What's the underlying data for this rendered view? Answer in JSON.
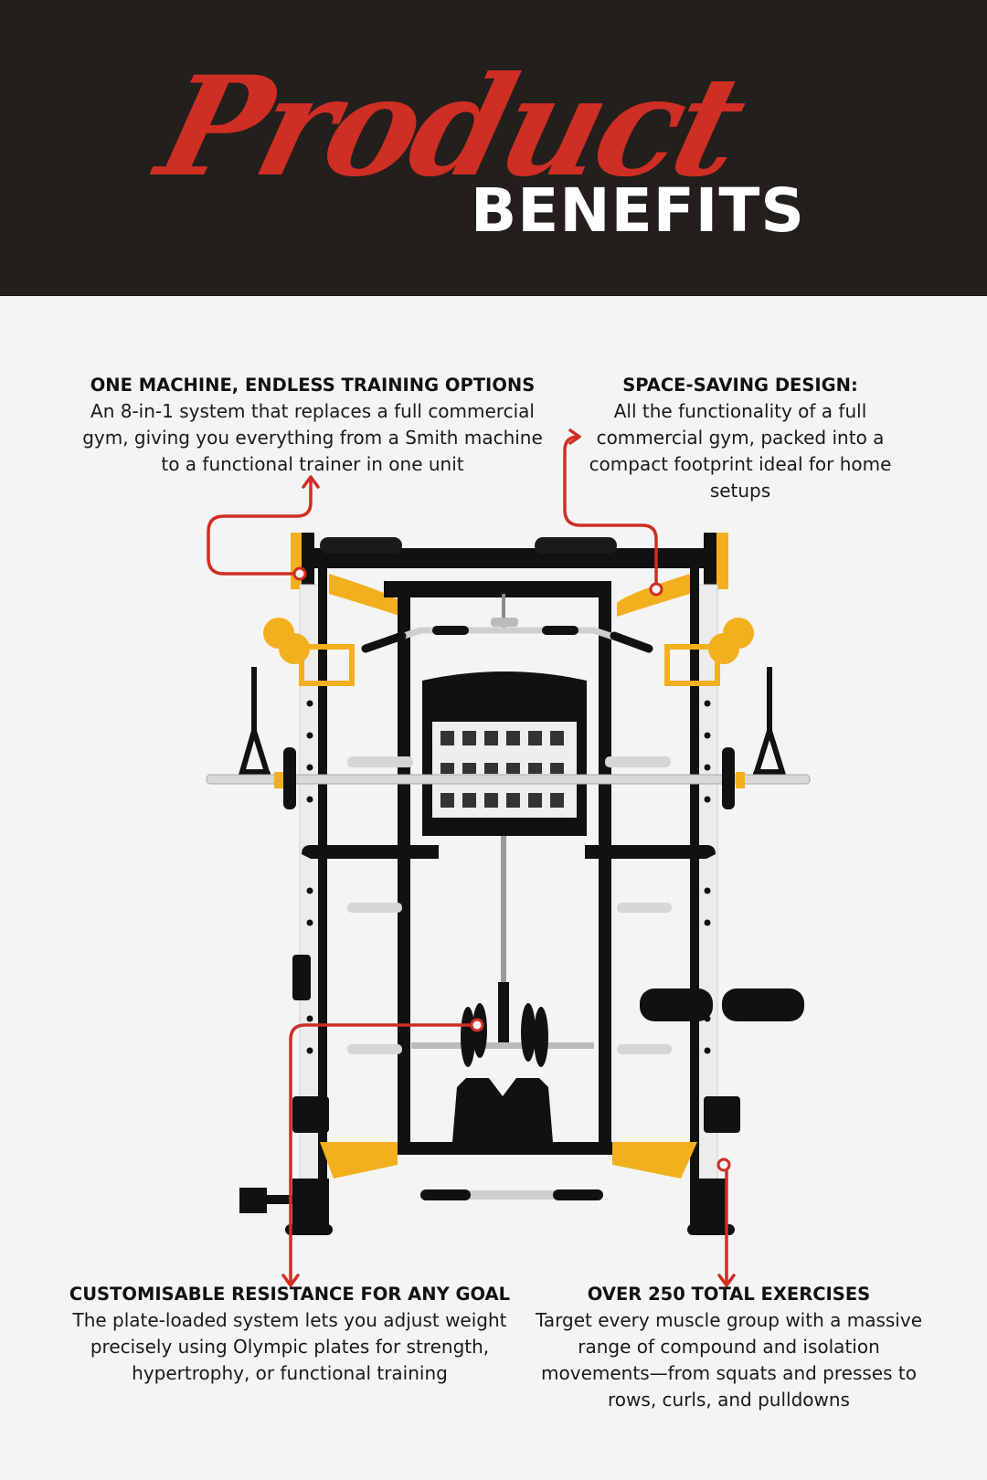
{
  "header": {
    "script_title": "Product",
    "bold_title": "BENEFITS",
    "background": "#221f1c",
    "script_color": "#cf2e24",
    "bold_color": "#ffffff"
  },
  "page": {
    "background": "#f4f4f4",
    "accent": "#cf2e24"
  },
  "callouts": [
    {
      "id": "top-left",
      "heading": "ONE MACHINE, ENDLESS TRAINING OPTIONS",
      "body": "An 8-in-1 system that replaces a full commercial gym, giving you everything from a Smith machine to a functional trainer in one unit"
    },
    {
      "id": "top-right",
      "heading": "SPACE-SAVING DESIGN:",
      "body": "All the functionality of a full commercial gym, packed into a compact footprint ideal for home setups"
    },
    {
      "id": "bottom-left",
      "heading": "CUSTOMISABLE RESISTANCE FOR ANY GOAL",
      "body": "The plate-loaded system lets you adjust weight precisely using Olympic plates for strength, hypertrophy, or functional training"
    },
    {
      "id": "bottom-right",
      "heading": "OVER 250 TOTAL EXERCISES",
      "body": "Target every muscle group with a massive range of compound and isolation movements—from squats and presses to rows, curls, and pulldowns"
    }
  ],
  "product_image": {
    "subject": "all-in-one functional trainer smith machine",
    "frame_color": "#111111",
    "accent_color": "#f2b01e",
    "chrome_color": "#d8d8d8"
  }
}
